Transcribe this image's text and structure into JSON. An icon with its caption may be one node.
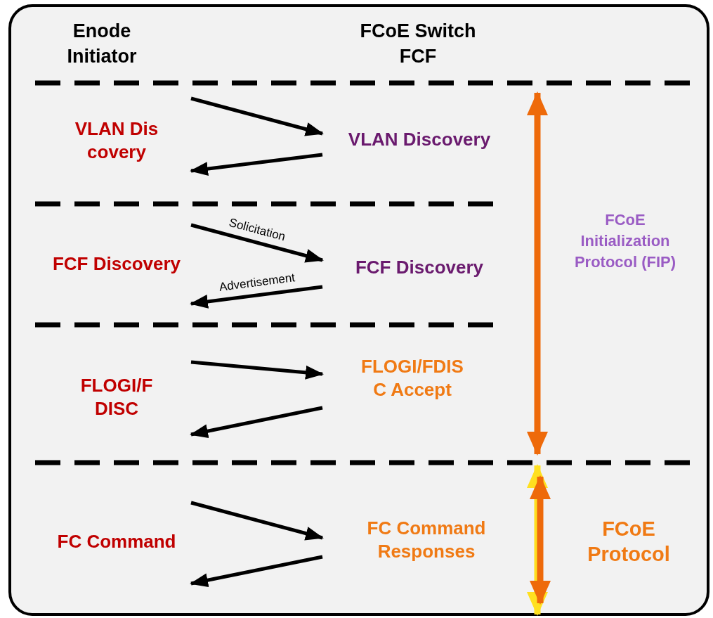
{
  "diagram": {
    "nodes": [
      {
        "text": [
          "VLAN Discovery"
        ]
      },
      {
        "text": [
          "VLAN Discovery"
        ]
      },
      {
        "text": [
          "FCF Discovery"
        ]
      },
      {
        "text": [
          "FCF Discovery"
        ]
      },
      {
        "text": [
          "FLOGI/FDISC"
        ]
      },
      {
        "text": [
          "FLOGI/FDISC Accept"
        ]
      },
      {
        "text": [
          "FC Command"
        ]
      },
      {
        "text": [
          "FC Command Responses"
        ]
      }
    ],
    "edges": [
      {
        "from": 0,
        "to": 1,
        "arrow": "to"
      },
      {
        "from": 1,
        "to": 0,
        "arrow": "to"
      },
      {
        "from": 2,
        "to": 3,
        "arrow": "to",
        "label": "Solicitation"
      },
      {
        "from": 3,
        "to": 2,
        "arrow": "to",
        "label": "Advertisement"
      },
      {
        "from": 4,
        "to": 5,
        "arrow": "to"
      },
      {
        "from": 5,
        "to": 4,
        "arrow": "to"
      },
      {
        "from": 6,
        "to": 7,
        "arrow": "to"
      },
      {
        "from": 7,
        "to": 6,
        "arrow": "to"
      }
    ],
    "labels": [
      "Enode Initiator",
      "FCoE Switch FCF",
      "FCoE Initialization Protocol (FIP)",
      "FCoE Protocol"
    ]
  }
}
